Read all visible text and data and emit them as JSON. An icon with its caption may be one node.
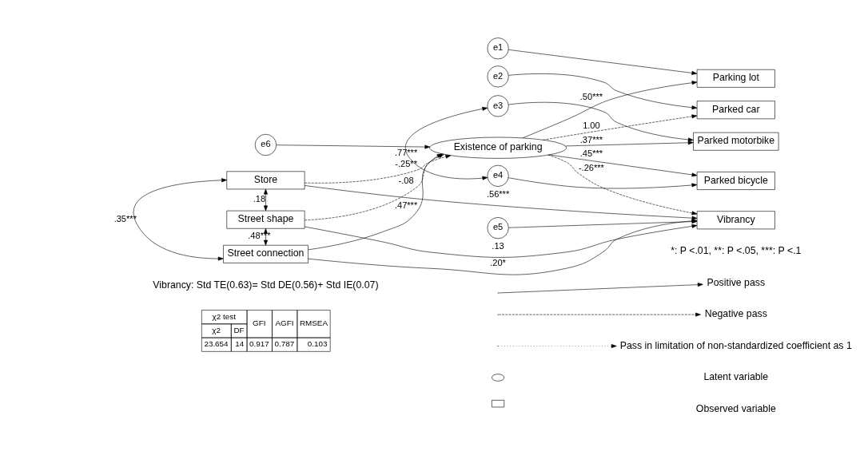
{
  "diagram": {
    "nodes": [
      {
        "text": [
          "Store"
        ]
      },
      {
        "text": [
          "Street shape"
        ]
      },
      {
        "text": [
          "Street connection"
        ]
      },
      {
        "text": [
          "Existence of parking"
        ]
      },
      {
        "text": [
          "Vibrancy"
        ]
      },
      {
        "text": [
          "Parking lot"
        ]
      },
      {
        "text": [
          "Parked car"
        ]
      },
      {
        "text": [
          "Parked motorbike"
        ]
      },
      {
        "text": [
          "Parked bicycle"
        ]
      },
      {
        "text": [
          "e6"
        ]
      },
      {
        "text": [
          "e1"
        ]
      },
      {
        "text": [
          "e2"
        ]
      },
      {
        "text": [
          "e3"
        ]
      },
      {
        "text": [
          "e4"
        ]
      },
      {
        "text": [
          "e5"
        ]
      }
    ],
    "edges": [
      {
        "from": 0,
        "to": 1,
        "arrow": "both",
        "label": ".18"
      },
      {
        "from": 0,
        "to": 2,
        "arrow": "both",
        "label": ".35***"
      },
      {
        "from": 1,
        "to": 2,
        "arrow": "both",
        "label": ".48***"
      },
      {
        "from": 0,
        "to": 3,
        "arrow": "to",
        "label": "-.25**",
        "style": "dashed"
      },
      {
        "from": 1,
        "to": 3,
        "arrow": "to",
        "label": "-.08",
        "style": "dashed"
      },
      {
        "from": 2,
        "to": 3,
        "arrow": "to",
        "label": ".47***"
      },
      {
        "from": 0,
        "to": 4,
        "arrow": "to",
        "label": ".56***"
      },
      {
        "from": 1,
        "to": 4,
        "arrow": "to",
        "label": ".13"
      },
      {
        "from": 2,
        "to": 4,
        "arrow": "to",
        "label": ".20*"
      },
      {
        "from": 3,
        "to": 4,
        "arrow": "to",
        "label": "-.26***",
        "style": "dashed"
      },
      {
        "from": 9,
        "to": 3,
        "arrow": "to"
      },
      {
        "from": 3,
        "to": 5,
        "arrow": "to",
        "label": ".50***"
      },
      {
        "from": 3,
        "to": 6,
        "arrow": "to",
        "label": "1.00",
        "style": "dashed"
      },
      {
        "from": 3,
        "to": 7,
        "arrow": "to",
        "label": ".37***"
      },
      {
        "from": 3,
        "to": 8,
        "arrow": "to",
        "label": ".45***"
      },
      {
        "from": 10,
        "to": 5,
        "arrow": "to"
      },
      {
        "from": 11,
        "to": 6,
        "arrow": "to"
      },
      {
        "from": 12,
        "to": 7,
        "arrow": "to"
      },
      {
        "from": 13,
        "to": 8,
        "arrow": "to"
      },
      {
        "from": 12,
        "to": 13,
        "arrow": "both",
        "label": ".77***"
      },
      {
        "from": 14,
        "to": 4,
        "arrow": "to"
      }
    ],
    "labels": [
      "Vibrancy: Std TE(0.63)= Std DE(0.56)+ Std IE(0.07)",
      "χ2 test",
      "GFI",
      "AGFI",
      "RMSEA",
      "χ2",
      "DF",
      "23.654",
      "14",
      "0.917",
      "0.787",
      "0.103",
      "*: P <.01, **: P <.05, ***: P <.1"
    ],
    "legend": [
      {
        "text": "Positive pass"
      },
      {
        "text": "Negative pass"
      },
      {
        "text": "Pass in limitation of non-standardized coefficient as 1"
      },
      {
        "text": "Latent variable"
      },
      {
        "text": "Observed variable"
      }
    ]
  }
}
